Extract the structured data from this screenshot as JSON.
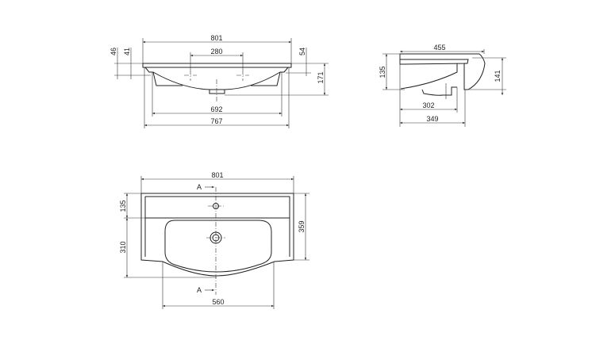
{
  "front_view": {
    "width_total": "801",
    "tap_spacing": "280",
    "inner_width": "692",
    "bottom_width": "767",
    "slab_height": "46",
    "rim_height": "41",
    "side_height": "54",
    "total_depth": "171"
  },
  "side_view": {
    "depth_total": "455",
    "front_height": "135",
    "back_height": "141",
    "bowl_depth": "302",
    "mount_depth": "349"
  },
  "plan_view": {
    "width_total": "801",
    "back_depth": "135",
    "bowl_length": "310",
    "total_depth": "359",
    "bowl_width": "560",
    "section_label_top": "A",
    "section_label_bottom": "A"
  }
}
